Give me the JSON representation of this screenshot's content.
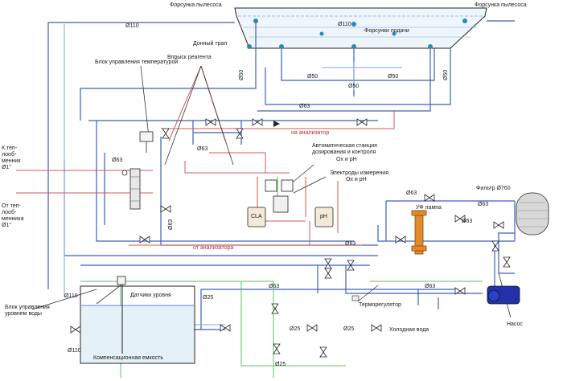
{
  "labels": {
    "skimmer_nozzle_left": "Форсунка пылесоса",
    "skimmer_nozzle_right": "Форсунка пылесоса",
    "supply_nozzles": "Форсунки подачи",
    "bottom_drain": "Донный трап",
    "temp_control_unit": "Блок управления температурой",
    "reagent_injection": "Впрыск реагента",
    "to_heat_line1": "К теп-",
    "to_heat_line2": "лооб-",
    "to_heat_line3": "менник",
    "to_heat_line4": "Ø1\"",
    "from_heat_line1": "От теп-",
    "from_heat_line2": "лооб-",
    "from_heat_line3": "менника",
    "from_heat_line4": "Ø1\"",
    "auto_station_line1": "Автоматическая станция",
    "auto_station_line2": "дозирования и контроля",
    "auto_station_line3": "Ox и pH",
    "electrodes_line1": "Электроды измерения",
    "electrodes_line2": "Ox и pH",
    "to_analyzer": "на анализатор",
    "from_analyzer": "от анализатора",
    "uv_lamp": "УФ лампа",
    "filter": "Фильтр Ø760",
    "pump": "Насос",
    "level_sensors": "Датчики уровня",
    "water_level_control_line1": "Блок управления",
    "water_level_control_line2": "уровнем воды",
    "compensation_tank": "Компенсационная емкость",
    "thermoreg": "Терморегулятор",
    "cold_water": "Холодная вода"
  },
  "dims": {
    "d110_top": "Ø110",
    "d110_pool": "Ø110",
    "d110_tank_left": "Ø110",
    "d110_tank_bottom": "Ø110",
    "d50_a": "Ø50",
    "d50_b": "Ø50",
    "d50_c": "Ø50",
    "d50_d": "Ø50",
    "d50_e": "Ø50",
    "d63_a": "Ø63",
    "d63_b": "Ø63",
    "d63_c": "Ø63",
    "d63_d": "Ø63",
    "d63_e": "Ø63",
    "d63_f": "Ø63",
    "d63_g": "Ø63",
    "d63_h": "Ø63",
    "d63_i": "Ø63",
    "d63_j": "Ø63",
    "d25_a": "Ø25",
    "d25_b": "Ø25",
    "d25_c": "Ø25",
    "d25_d": "Ø25"
  },
  "tank_labels": {
    "tank1": "CLA",
    "tank2": "pH"
  }
}
